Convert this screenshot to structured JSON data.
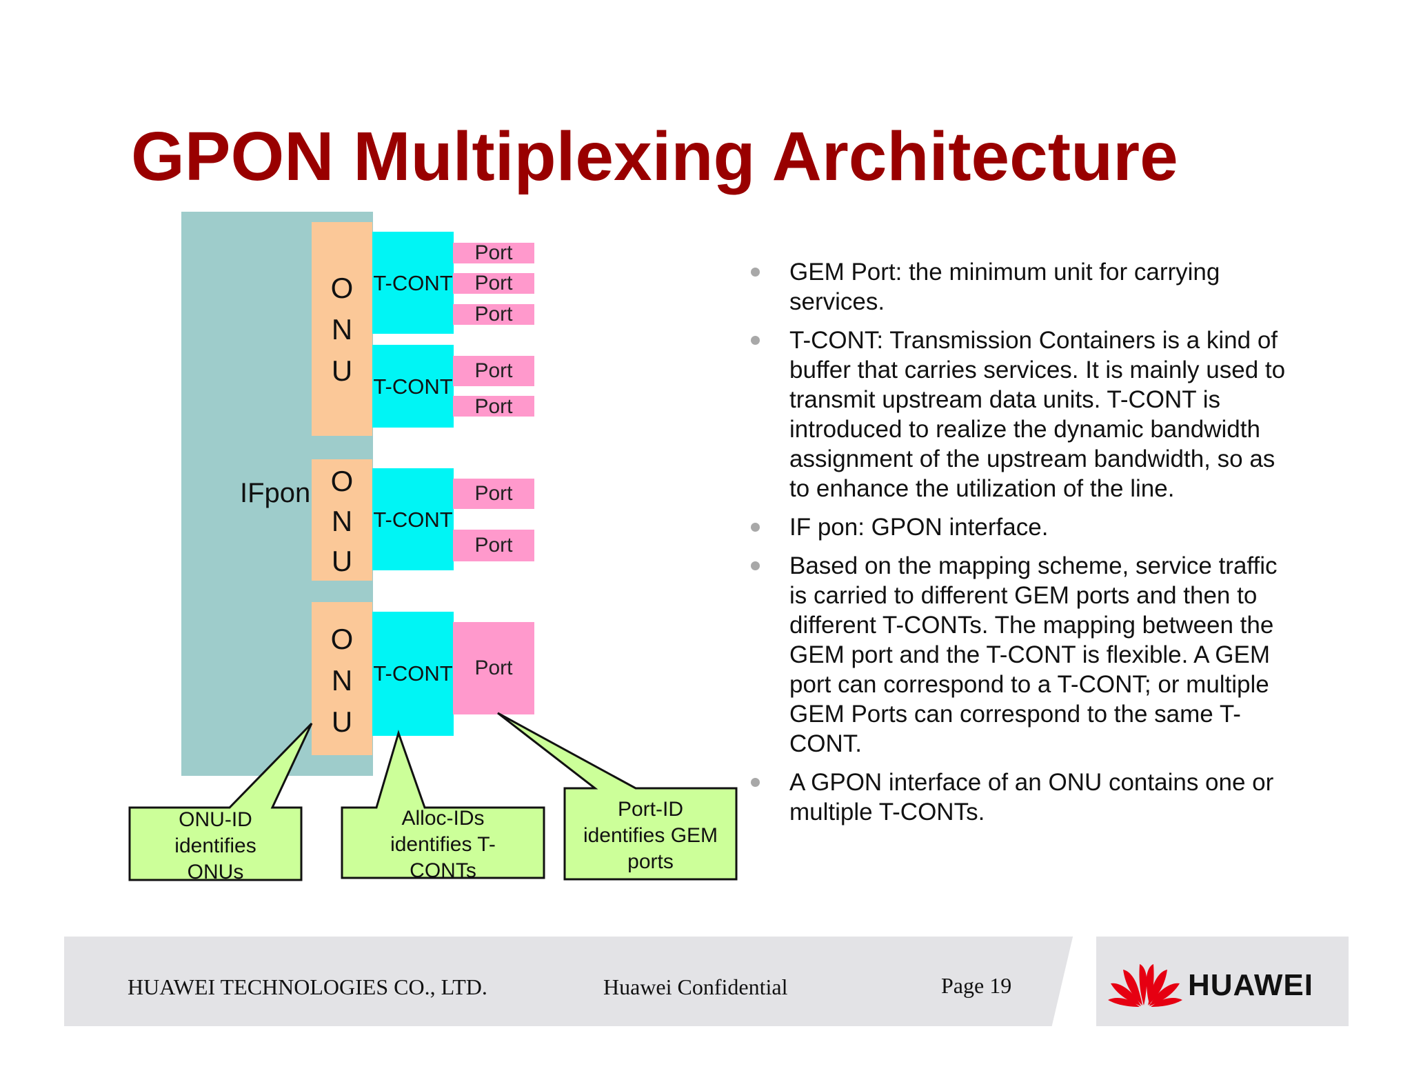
{
  "slide": {
    "title": "GPON Multiplexing Architecture"
  },
  "diagram": {
    "ifpon_label": "IFpon",
    "onus": [
      {
        "letters": [
          "O",
          "N",
          "U"
        ]
      },
      {
        "letters": [
          "O",
          "N",
          "U"
        ]
      },
      {
        "letters": [
          "O",
          "N",
          "U"
        ]
      }
    ],
    "tcont_label": "T-CONT",
    "port_label": "Port",
    "callouts": {
      "onu_id": [
        "ONU-ID",
        "identifies",
        "ONUs"
      ],
      "alloc_id": [
        "Alloc-IDs",
        "identifies T-",
        "CONTs"
      ],
      "port_id": [
        "Port-ID",
        "identifies GEM",
        "ports"
      ]
    },
    "colors": {
      "ifpon": "#9ecccb",
      "onu": "#fbc898",
      "tcont": "#00f5f5",
      "port": "#ff99cc",
      "callout": "#ccff99"
    }
  },
  "bullets": [
    [
      "GEM Port: the minimum unit  for carrying",
      "services."
    ],
    [
      "T-CONT: Transmission Containers is a kind of",
      "buffer that carries services.  It is mainly used to",
      "transmit upstream data units. T-CONT is",
      "introduced to realize the dynamic bandwidth",
      "assignment of the upstream bandwidth, so as",
      "to enhance the utilization of  the line."
    ],
    [
      "IF pon: GPON interface."
    ],
    [
      "Based on the mapping scheme, service traffic",
      "is carried to different GEM ports and then to",
      "different T-CONTs.  The mapping between the",
      "GEM port and the T-CONT is flexible. A GEM",
      "port can correspond to a T-CONT; or multiple",
      "GEM Ports can correspond to the same T-",
      "CONT."
    ],
    [
      "A GPON interface of an ONU contains one or",
      "multiple T-CONTs."
    ]
  ],
  "footer": {
    "company": "HUAWEI TECHNOLOGIES CO., LTD.",
    "confidential": "Huawei Confidential",
    "page": "Page 19",
    "logo_text": "HUAWEI",
    "logo_color": "#e60012"
  }
}
